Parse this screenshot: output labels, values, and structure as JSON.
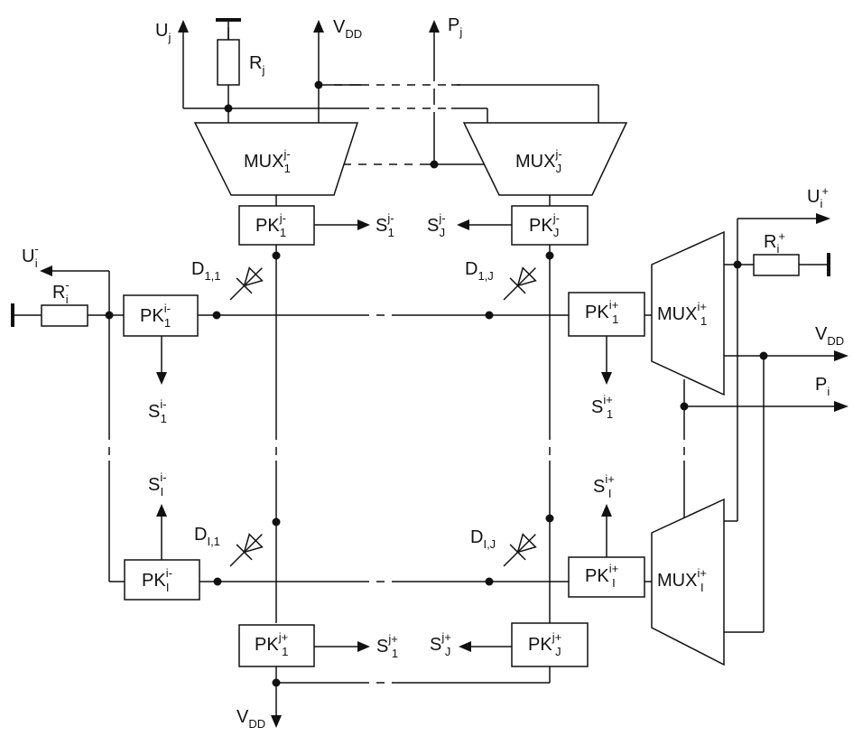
{
  "wire_color": "#111111",
  "background": "#ffffff",
  "labels": {
    "Uj": {
      "main": "U",
      "sub": "j",
      "sup": ""
    },
    "Rj": {
      "main": "R",
      "sub": "j",
      "sup": ""
    },
    "VDD_top": {
      "main": "V",
      "sub": "DD",
      "sup": ""
    },
    "Pj": {
      "main": "P",
      "sub": "j",
      "sup": ""
    },
    "MUX_jm1": {
      "main": "MUX",
      "sub": "1",
      "sup": "j-"
    },
    "MUX_jmJ": {
      "main": "MUX",
      "sub": "J",
      "sup": "j-"
    },
    "PK_jm1": {
      "main": "PK",
      "sub": "1",
      "sup": "j-"
    },
    "PK_jmJ": {
      "main": "PK",
      "sub": "J",
      "sup": "j-"
    },
    "S_jm1": {
      "main": "S",
      "sub": "1",
      "sup": "j-"
    },
    "S_jmJ": {
      "main": "S",
      "sub": "J",
      "sup": "j-"
    },
    "Ui_minus": {
      "main": "U",
      "sub": "i",
      "sup": "-"
    },
    "Ri_minus": {
      "main": "R",
      "sub": "i",
      "sup": "-"
    },
    "PK_im1": {
      "main": "PK",
      "sub": "1",
      "sup": "i-"
    },
    "S_im1": {
      "main": "S",
      "sub": "1",
      "sup": "i-"
    },
    "D11": {
      "main": "D",
      "sub": "1,1",
      "sup": ""
    },
    "D1J": {
      "main": "D",
      "sub": "1,J",
      "sup": ""
    },
    "PK_ip1": {
      "main": "PK",
      "sub": "1",
      "sup": "i+"
    },
    "MUX_ip1": {
      "main": "MUX",
      "sub": "1",
      "sup": "i+"
    },
    "S_ip1": {
      "main": "S",
      "sub": "1",
      "sup": "i+"
    },
    "Ui_plus": {
      "main": "U",
      "sub": "i",
      "sup": "+"
    },
    "Ri_plus": {
      "main": "R",
      "sub": "i",
      "sup": "+"
    },
    "VDD_right": {
      "main": "V",
      "sub": "DD",
      "sup": ""
    },
    "Pi": {
      "main": "P",
      "sub": "i",
      "sup": ""
    },
    "S_imI": {
      "main": "S",
      "sub": "I",
      "sup": "i-"
    },
    "PK_imI": {
      "main": "PK",
      "sub": "I",
      "sup": "i-"
    },
    "DI1": {
      "main": "D",
      "sub": "I,1",
      "sup": ""
    },
    "DIJ": {
      "main": "D",
      "sub": "I,J",
      "sup": ""
    },
    "S_ipI": {
      "main": "S",
      "sub": "I",
      "sup": "i+"
    },
    "PK_ipI": {
      "main": "PK",
      "sub": "I",
      "sup": "i+"
    },
    "MUX_ipI": {
      "main": "MUX",
      "sub": "I",
      "sup": "i+"
    },
    "PK_jp1": {
      "main": "PK",
      "sub": "1",
      "sup": "j+"
    },
    "S_jp1": {
      "main": "S",
      "sub": "1",
      "sup": "j+"
    },
    "S_jpJ": {
      "main": "S",
      "sub": "J",
      "sup": "j+"
    },
    "PK_jpJ": {
      "main": "PK",
      "sub": "J",
      "sup": "j+"
    },
    "VDD_bottom": {
      "main": "V",
      "sub": "DD",
      "sup": ""
    }
  }
}
